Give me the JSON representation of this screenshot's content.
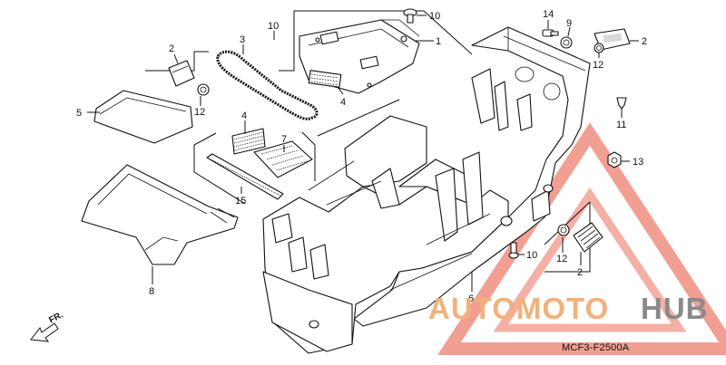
{
  "diagram": {
    "drawing_code": "MCF3-F2500A",
    "direction_marker": "FR.",
    "callouts": {
      "c10a": "10",
      "c1": "1",
      "c4a": "4",
      "c3": "3",
      "c9": "9",
      "c2a": "2",
      "c12a": "12",
      "c5": "5",
      "c4b": "4",
      "c7": "7",
      "c14": "14",
      "c2b": "2",
      "c12b": "12",
      "c11": "11",
      "c13": "13",
      "c15": "15",
      "c8": "8",
      "c6": "6",
      "c10b": "10",
      "c12c": "12",
      "c2c": "2"
    }
  },
  "watermark": {
    "part1": "AUTOMOTO",
    "part2": "HUB",
    "colors": {
      "accent": "#e8503a",
      "orange": "#f0b27a",
      "grey": "#8a8a8a"
    }
  }
}
